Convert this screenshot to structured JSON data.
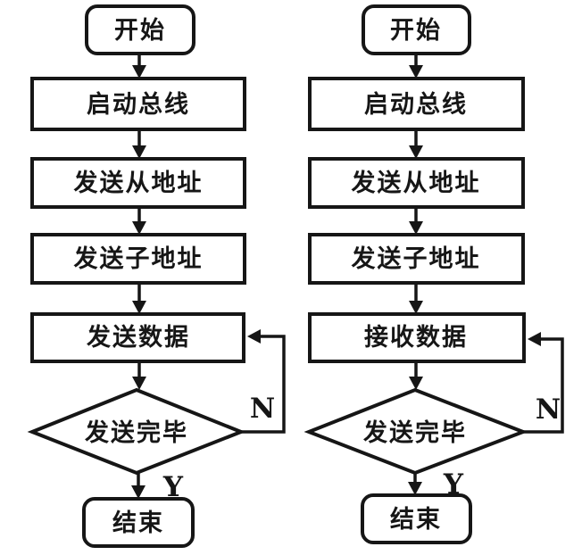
{
  "colors": {
    "ink": "#161616",
    "background": "#ffffff"
  },
  "charts": [
    {
      "id": "send-flow",
      "start": "开始",
      "step1": "启动总线",
      "step2": "发送从地址",
      "step3": "发送子地址",
      "step4": "发送数据",
      "decision": "发送完毕",
      "no_label": "N",
      "yes_label": "Y",
      "end": "结束"
    },
    {
      "id": "receive-flow",
      "start": "开始",
      "step1": "启动总线",
      "step2": "发送从地址",
      "step3": "发送子地址",
      "step4": "接收数据",
      "decision": "发送完毕",
      "no_label": "N",
      "yes_label": "Y",
      "end": "结束"
    }
  ]
}
